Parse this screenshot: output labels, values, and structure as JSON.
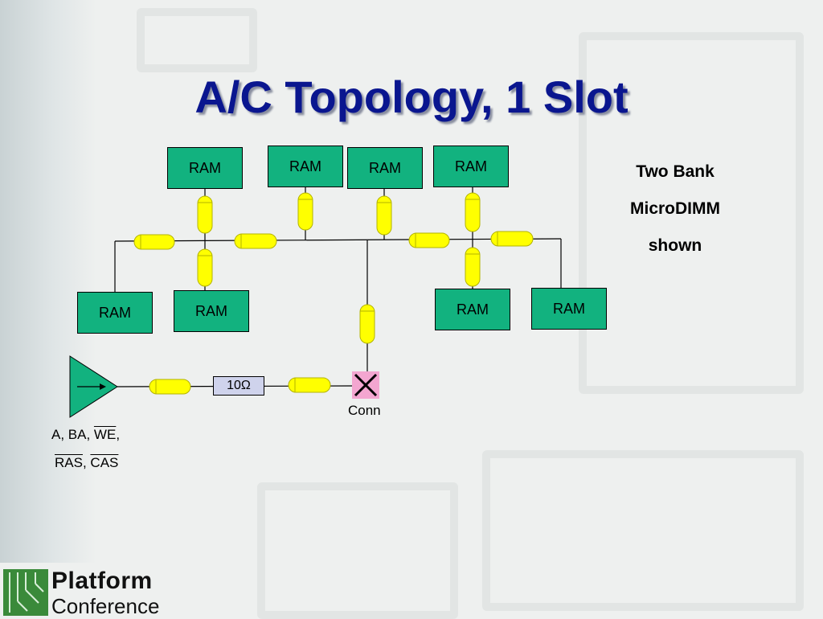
{
  "slide": {
    "title": "A/C Topology, 1 Slot",
    "note_lines": [
      "Two Bank",
      "MicroDIMM",
      "shown"
    ]
  },
  "diagram": {
    "ram_label": "RAM",
    "resistor_label": "10Ω",
    "connector_label": "Conn",
    "driver_signals_line1": [
      "A, BA, ",
      "WE",
      ","
    ],
    "driver_signals_line2": [
      "RAS",
      ", ",
      "CAS"
    ],
    "colors": {
      "ram_fill": "#12b27f",
      "trace_fill": "#ffff00",
      "resistor_fill": "#cfd3ec",
      "connector_fill": "#f3a6d0",
      "driver_fill": "#12b27f"
    }
  },
  "logo": {
    "line1": "Platform",
    "line2": "Conference"
  }
}
